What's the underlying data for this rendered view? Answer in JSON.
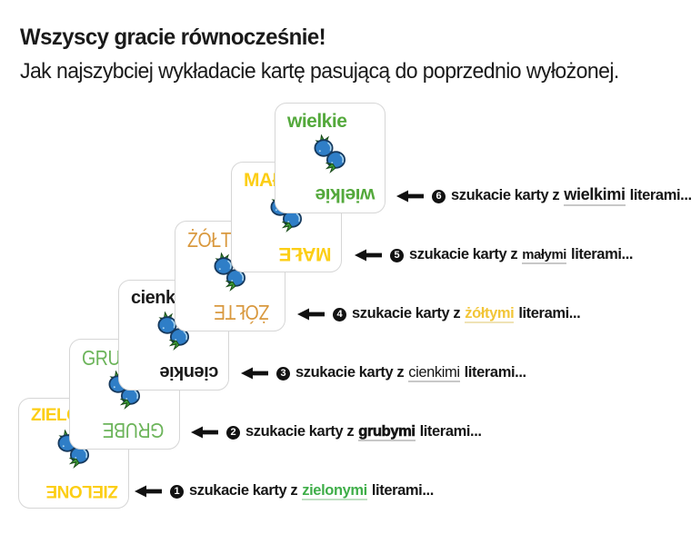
{
  "title": {
    "line1": "Wszyscy gracie równocześnie!",
    "line2": "Jak najszybciej wykładacie kartę pasującą do poprzednio wyłożonej."
  },
  "cards": [
    {
      "word": "wielkie",
      "color": "#54a93c",
      "style": "green lowercase bold"
    },
    {
      "word": "MAŁE",
      "color": "#fcce15",
      "style": "yellow uppercase bold"
    },
    {
      "word": "ŻÓŁTE",
      "color": "#d9993f",
      "style": "ochre uppercase thin"
    },
    {
      "word": "cienkie",
      "color": "#1b1b1b",
      "style": "black lowercase bold"
    },
    {
      "word": "GRUBE",
      "color": "#6cb45a",
      "style": "green uppercase thin"
    },
    {
      "word": "ZIELONE",
      "color": "#fcce15",
      "style": "yellow uppercase bold"
    }
  ],
  "annotations": [
    {
      "number": "6",
      "prefix": "szukacie karty z",
      "highlight": "wielkimi",
      "suffix": "literami...",
      "highlight_style": "big"
    },
    {
      "number": "5",
      "prefix": "szukacie karty z",
      "highlight": "małymi",
      "suffix": "literami...",
      "highlight_style": "small"
    },
    {
      "number": "4",
      "prefix": "szukacie karty z",
      "highlight": "żółtymi",
      "suffix": "literami...",
      "highlight_style": "yellow"
    },
    {
      "number": "3",
      "prefix": "szukacie karty z",
      "highlight": "cienkimi",
      "suffix": "literami...",
      "highlight_style": "thin"
    },
    {
      "number": "2",
      "prefix": "szukacie karty z",
      "highlight": "grubymi",
      "suffix": "literami...",
      "highlight_style": "bold"
    },
    {
      "number": "1",
      "prefix": "szukacie karty z",
      "highlight": "zielonymi",
      "suffix": "literami...",
      "highlight_style": "green"
    }
  ],
  "icons": {
    "card_illustration": "blueberries-icon",
    "pointer": "left-arrow-icon"
  },
  "colors": {
    "card_green": "#54a93c",
    "card_light_green": "#6cb45a",
    "card_yellow": "#fcce15",
    "card_ochre": "#d9993f",
    "card_black": "#1b1b1b",
    "annotation_green": "#3fae49",
    "annotation_yellow": "#f2c537",
    "berry_blue": "#2f7ec7",
    "berry_outline": "#16395d",
    "leaf_green": "#3e9b35",
    "card_border": "#d6d6d6",
    "text_black": "#161616"
  }
}
